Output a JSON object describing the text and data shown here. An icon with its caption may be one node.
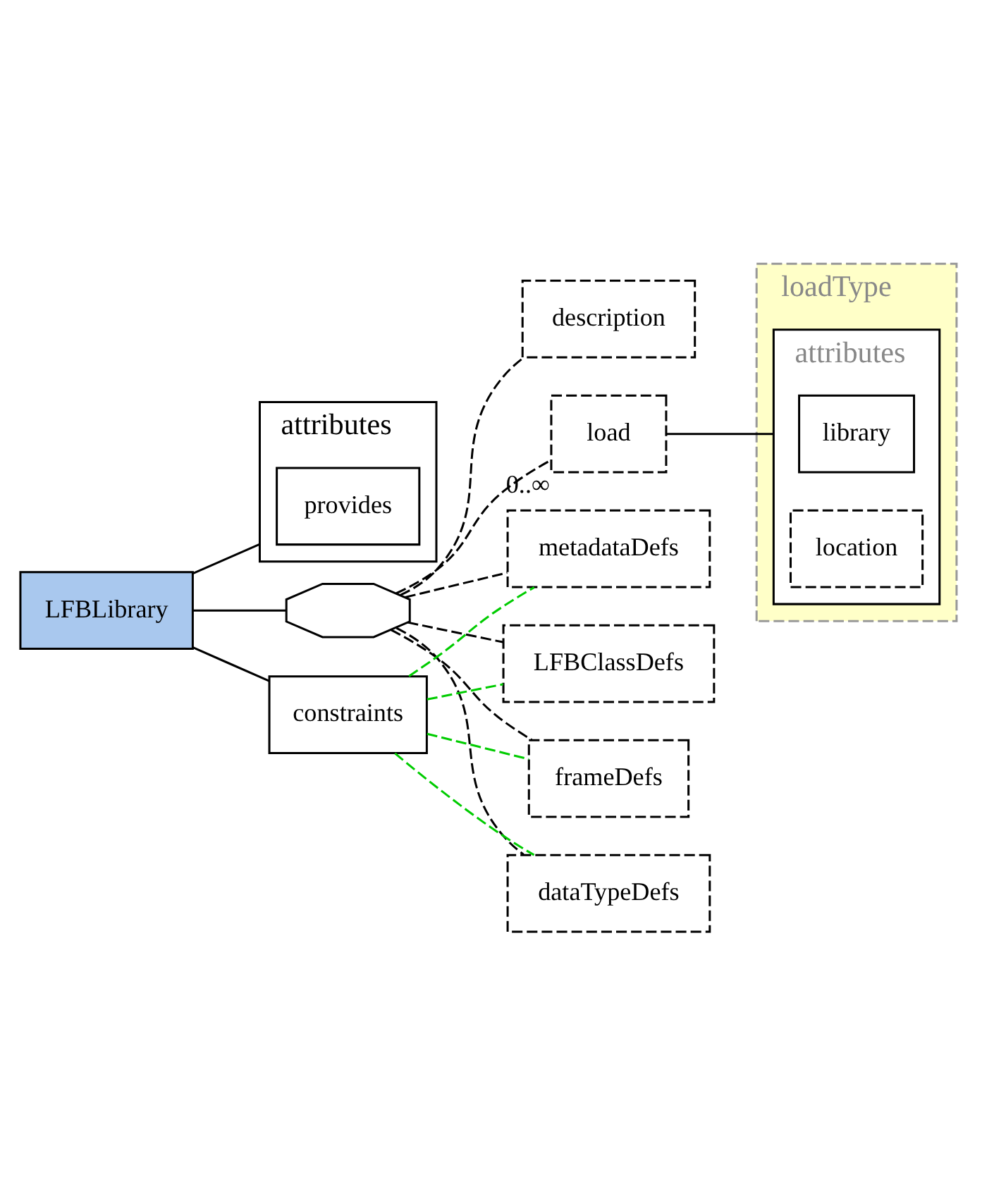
{
  "diagram": {
    "nodes": [
      {
        "text": [
          "attributes"
        ]
      },
      {
        "text": [
          "provides"
        ],
        "in": 0
      },
      {
        "text": [
          "LFBLibrary"
        ]
      },
      {
        "text": [],
        "shape": "octagon"
      },
      {
        "text": [
          "description"
        ]
      },
      {
        "text": [
          "load"
        ],
        "beside": [
          "0..∞"
        ]
      },
      {
        "text": [
          "loadType"
        ]
      },
      {
        "text": [
          "attributes"
        ],
        "in": 6
      },
      {
        "text": [
          "library"
        ],
        "in": 7
      },
      {
        "text": [
          "location"
        ],
        "in": 7
      },
      {
        "text": [
          "frameDefs"
        ]
      },
      {
        "text": [
          "dataTypeDefs"
        ]
      },
      {
        "text": [
          "metadataDefs"
        ]
      },
      {
        "text": [
          "LFBClassDefs"
        ]
      },
      {
        "text": [
          "constraints"
        ]
      }
    ],
    "edges": [
      {
        "from": 2,
        "to": 0,
        "arrow": "none"
      },
      {
        "from": 2,
        "to": 3,
        "arrow": "none"
      },
      {
        "from": 2,
        "to": 14,
        "arrow": "none"
      },
      {
        "from": 3,
        "to": 4,
        "arrow": "none",
        "style": "dashed"
      },
      {
        "from": 3,
        "to": 5,
        "arrow": "none",
        "style": "dashed"
      },
      {
        "from": 5,
        "to": 7,
        "arrow": "none"
      },
      {
        "from": 3,
        "to": 10,
        "arrow": "none",
        "style": "dashed"
      },
      {
        "from": 3,
        "to": 11,
        "arrow": "none",
        "style": "dashed"
      },
      {
        "from": 3,
        "to": 12,
        "arrow": "none",
        "style": "dashed"
      },
      {
        "from": 3,
        "to": 13,
        "arrow": "none",
        "style": "dashed"
      },
      {
        "from": 14,
        "to": 10,
        "arrow": "none",
        "style": "dashed",
        "color": "#00cc00"
      },
      {
        "from": 14,
        "to": 11,
        "arrow": "none",
        "style": "dashed",
        "color": "#00cc00"
      },
      {
        "from": 14,
        "to": 12,
        "arrow": "none",
        "style": "dashed",
        "color": "#00cc00"
      },
      {
        "from": 14,
        "to": 13,
        "arrow": "none",
        "style": "dashed",
        "color": "#00cc00"
      }
    ]
  }
}
